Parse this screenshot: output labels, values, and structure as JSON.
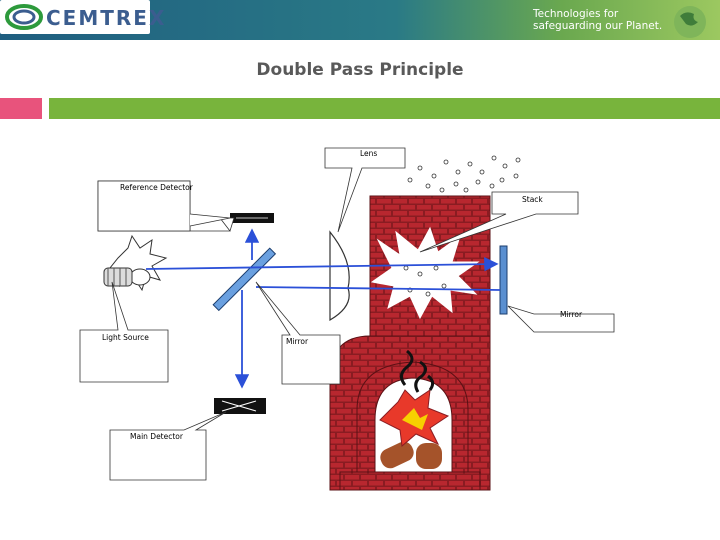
{
  "brand": {
    "name": "CEMTREX"
  },
  "tagline": {
    "line1": "Technologies for",
    "line2": "safeguarding our Planet."
  },
  "slide": {
    "title": "Double Pass Principle"
  },
  "labels": {
    "lens": "Lens",
    "reference_detector": "Reference Detector",
    "stack": "Stack",
    "mirror_right": "Mirror",
    "light_source": "Light Source",
    "mirror_center": "Mirror",
    "main_detector": "Main Detector"
  },
  "colors": {
    "header_blue": "#1f6b87",
    "header_green": "#8fbd46",
    "accent_pink": "#e8537c",
    "accent_green": "#78b43c",
    "brick": "#a8232a",
    "beam": "#2b50d8",
    "flame": "#e8392a"
  }
}
